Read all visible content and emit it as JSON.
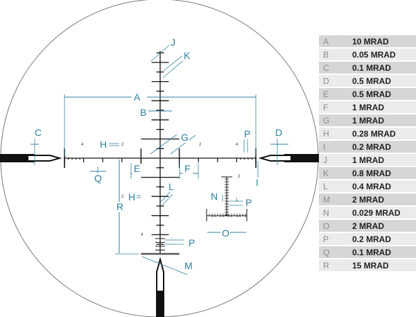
{
  "legend": [
    {
      "key": "A",
      "value": "10 MRAD"
    },
    {
      "key": "B",
      "value": "0.05 MRAD"
    },
    {
      "key": "C",
      "value": "0.1 MRAD"
    },
    {
      "key": "D",
      "value": "0.5 MRAD"
    },
    {
      "key": "E",
      "value": "0.5 MRAD"
    },
    {
      "key": "F",
      "value": "1 MRAD"
    },
    {
      "key": "G",
      "value": "1 MRAD"
    },
    {
      "key": "H",
      "value": "0.28 MRAD"
    },
    {
      "key": "I",
      "value": "0.2 MRAD"
    },
    {
      "key": "J",
      "value": "1 MRAD"
    },
    {
      "key": "K",
      "value": "0.8 MRAD"
    },
    {
      "key": "L",
      "value": "0.4 MRAD"
    },
    {
      "key": "M",
      "value": "2 MRAD"
    },
    {
      "key": "N",
      "value": "0.029 MRAD"
    },
    {
      "key": "O",
      "value": "2 MRAD"
    },
    {
      "key": "P",
      "value": "0.2 MRAD"
    },
    {
      "key": "Q",
      "value": "0.1 MRAD"
    },
    {
      "key": "R",
      "value": "15 MRAD"
    }
  ],
  "reticle_labels": [
    "A",
    "B",
    "C",
    "D",
    "E",
    "F",
    "G",
    "H",
    "H",
    "I",
    "J",
    "K",
    "L",
    "M",
    "N",
    "O",
    "P",
    "P",
    "P",
    "Q",
    "R"
  ],
  "reticle_numbers": [
    "4",
    "2",
    "2",
    "4",
    "2",
    "4",
    "2",
    "1"
  ],
  "colors": {
    "annotation": "#2f7f9f",
    "reticle": "#111111",
    "legend_dark": "#d6d6d6",
    "legend_light": "#ebebeb"
  }
}
